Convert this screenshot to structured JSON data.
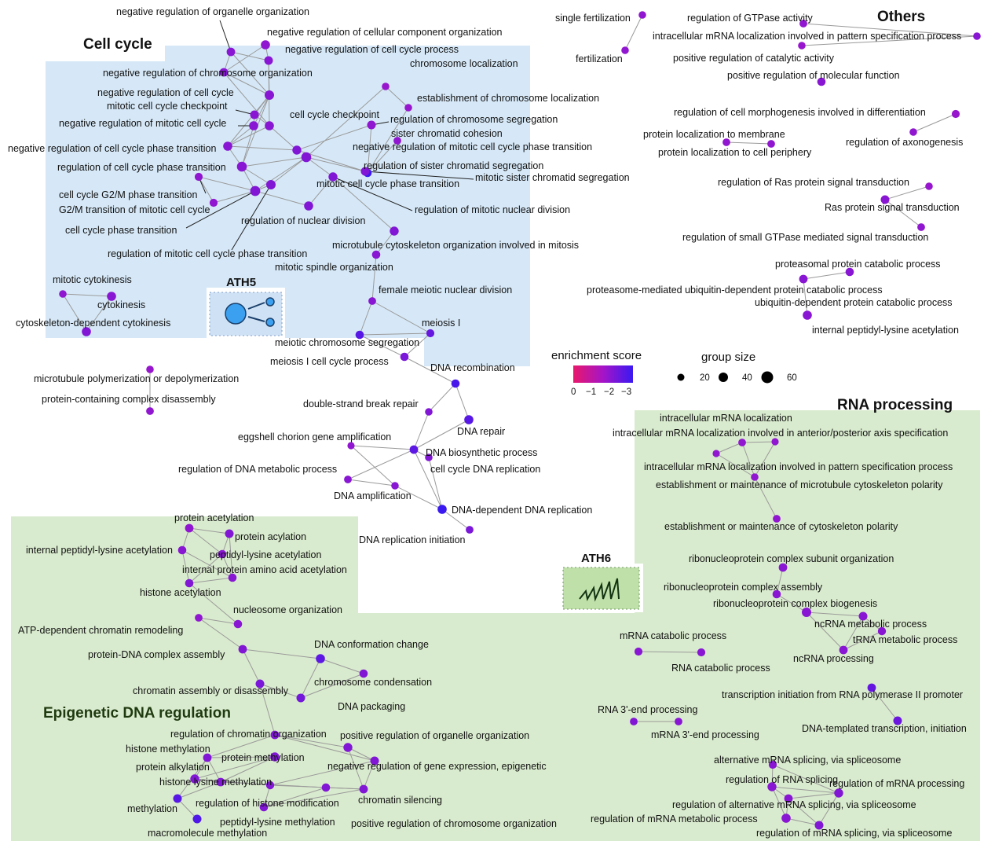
{
  "groups": {
    "cell_cycle": "Cell cycle",
    "others": "Others",
    "rna": "RNA processing",
    "epigenetic": "Epigenetic DNA regulation"
  },
  "badges": {
    "ath5": "ATH5",
    "ath6": "ATH6"
  },
  "legend": {
    "enrichment_title": "enrichment score",
    "enrichment_ticks": [
      "0",
      "−1",
      "−2",
      "−3"
    ],
    "size_title": "group size",
    "size_ticks": [
      "20",
      "40",
      "60"
    ]
  },
  "colors": {
    "cell_cycle_bg": "#d6e8f7",
    "green_bg": "#d9ebce",
    "enrichment_low": "#e8186c",
    "enrichment_mid": "#a515c8",
    "enrichment_high": "#3a19f0",
    "edge": "#9a9a9a"
  },
  "chart_data": {
    "type": "network",
    "legend": {
      "enrichment_score_range": [
        0,
        -3
      ],
      "group_size_ticks": [
        20,
        40,
        60
      ]
    },
    "groups": [
      "Cell cycle",
      "Others",
      "RNA processing",
      "Epigenetic DNA regulation"
    ],
    "nodes": [
      {
        "label": "negative regulation of organelle organization",
        "score": -1.9,
        "size": 22
      },
      {
        "label": "negative regulation of cellular component organization",
        "score": -1.8,
        "size": 28
      },
      {
        "label": "negative regulation of cell cycle process",
        "score": -1.9,
        "size": 24
      },
      {
        "label": "chromosome localization",
        "score": -1.7,
        "size": 12
      },
      {
        "label": "negative regulation of chromosome organization",
        "score": -1.9,
        "size": 22
      },
      {
        "label": "negative regulation of cell cycle",
        "score": -1.9,
        "size": 34
      },
      {
        "label": "mitotic cell cycle checkpoint",
        "score": -1.9,
        "size": 24
      },
      {
        "label": "establishment of chromosome localization",
        "score": -1.7,
        "size": 12
      },
      {
        "label": "cell cycle checkpoint",
        "score": -1.9,
        "size": 30
      },
      {
        "label": "regulation of chromosome segregation",
        "score": -1.8,
        "size": 24
      },
      {
        "label": "negative regulation of mitotic cell cycle",
        "score": -1.9,
        "size": 30
      },
      {
        "label": "sister chromatid cohesion",
        "score": -1.8,
        "size": 14
      },
      {
        "label": "negative regulation of mitotic cell cycle phase transition",
        "score": -2.0,
        "size": 26
      },
      {
        "label": "negative regulation of cell cycle phase transition",
        "score": -1.9,
        "size": 28
      },
      {
        "label": "regulation of sister chromatid segregation",
        "score": -3.2,
        "size": 20
      },
      {
        "label": "regulation of cell cycle phase transition",
        "score": -1.9,
        "size": 40
      },
      {
        "label": "mitotic sister chromatid segregation",
        "score": -2.0,
        "size": 24
      },
      {
        "label": "mitotic cell cycle phase transition",
        "score": -2.0,
        "size": 40
      },
      {
        "label": "cell cycle G2/M phase transition",
        "score": -1.8,
        "size": 16
      },
      {
        "label": "G2/M transition of mitotic cell cycle",
        "score": -1.8,
        "size": 16
      },
      {
        "label": "regulation of mitotic nuclear division",
        "score": -2.0,
        "size": 26
      },
      {
        "label": "regulation of nuclear division",
        "score": -2.0,
        "size": 28
      },
      {
        "label": "cell cycle phase transition",
        "score": -2.0,
        "size": 44
      },
      {
        "label": "regulation of mitotic cell cycle phase transition",
        "score": -2.0,
        "size": 34
      },
      {
        "label": "microtubule cytoskeleton organization involved in mitosis",
        "score": -2.0,
        "size": 26
      },
      {
        "label": "mitotic spindle organization",
        "score": -1.9,
        "size": 20
      },
      {
        "label": "mitotic cytokinesis",
        "score": -1.8,
        "size": 12
      },
      {
        "label": "cytokinesis",
        "score": -1.9,
        "size": 30
      },
      {
        "label": "cytoskeleton-dependent cytokinesis",
        "score": -2.0,
        "size": 30
      },
      {
        "label": "female meiotic nuclear division",
        "score": -1.9,
        "size": 14
      },
      {
        "label": "meiosis I",
        "score": -2.4,
        "size": 16
      },
      {
        "label": "meiotic chromosome segregation",
        "score": -2.6,
        "size": 20
      },
      {
        "label": "meiosis I cell cycle process",
        "score": -2.1,
        "size": 20
      },
      {
        "label": "DNA recombination",
        "score": -2.8,
        "size": 20
      },
      {
        "label": "double-strand break repair",
        "score": -2.0,
        "size": 12
      },
      {
        "label": "DNA repair",
        "score": -2.6,
        "size": 30
      },
      {
        "label": "eggshell chorion gene amplification",
        "score": -1.8,
        "size": 10
      },
      {
        "label": "DNA biosynthetic process",
        "score": -2.5,
        "size": 22
      },
      {
        "label": "regulation of DNA metabolic process",
        "score": -1.9,
        "size": 14
      },
      {
        "label": "cell cycle DNA replication",
        "score": -2.0,
        "size": 12
      },
      {
        "label": "DNA amplification",
        "score": -1.9,
        "size": 12
      },
      {
        "label": "DNA-dependent DNA replication",
        "score": -3.1,
        "size": 30
      },
      {
        "label": "DNA replication initiation",
        "score": -2.1,
        "size": 14
      },
      {
        "label": "microtubule polymerization or depolymerization",
        "score": -1.7,
        "size": 12
      },
      {
        "label": "protein-containing complex disassembly",
        "score": -1.8,
        "size": 14
      },
      {
        "label": "single fertilization",
        "score": -1.8,
        "size": 12
      },
      {
        "label": "fertilization",
        "score": -1.8,
        "size": 12
      },
      {
        "label": "regulation of GTPase activity",
        "score": -1.8,
        "size": 14
      },
      {
        "label": "intracellular mRNA localization involved in pattern specification process",
        "score": -1.9,
        "size": 12
      },
      {
        "label": "positive regulation of catalytic activity",
        "score": -1.7,
        "size": 12
      },
      {
        "label": "positive regulation of molecular function",
        "score": -1.9,
        "size": 20
      },
      {
        "label": "regulation of cell morphogenesis involved in differentiation",
        "score": -1.7,
        "size": 16
      },
      {
        "label": "regulation of axonogenesis",
        "score": -1.8,
        "size": 12
      },
      {
        "label": "protein localization to membrane",
        "score": -1.8,
        "size": 14
      },
      {
        "label": "protein localization to cell periphery",
        "score": -1.8,
        "size": 14
      },
      {
        "label": "regulation of Ras protein signal transduction",
        "score": -1.7,
        "size": 12
      },
      {
        "label": "Ras protein signal transduction",
        "score": -1.9,
        "size": 24
      },
      {
        "label": "regulation of small GTPase mediated signal transduction",
        "score": -1.8,
        "size": 14
      },
      {
        "label": "proteasomal protein catabolic process",
        "score": -1.9,
        "size": 20
      },
      {
        "label": "proteasome-mediated ubiquitin-dependent protein catabolic process",
        "score": -1.9,
        "size": 22
      },
      {
        "label": "ubiquitin-dependent protein catabolic process",
        "score": -1.9,
        "size": 28
      },
      {
        "label": "internal peptidyl-lysine acetylation",
        "score": -1.9,
        "size": 22
      },
      {
        "label": "intracellular mRNA localization",
        "score": -1.8,
        "size": 14
      },
      {
        "label": "intracellular mRNA localization involved in anterior/posterior axis specification",
        "score": -1.8,
        "size": 10
      },
      {
        "label": "intracellular mRNA localization involved in pattern specification process",
        "score": -1.8,
        "size": 10
      },
      {
        "label": "establishment or maintenance of microtubule cytoskeleton polarity",
        "score": -1.8,
        "size": 12
      },
      {
        "label": "establishment or maintenance of cytoskeleton polarity",
        "score": -1.8,
        "size": 14
      },
      {
        "label": "ribonucleoprotein complex subunit organization",
        "score": -1.9,
        "size": 22
      },
      {
        "label": "ribonucleoprotein complex assembly",
        "score": -1.9,
        "size": 20
      },
      {
        "label": "ribonucleoprotein complex biogenesis",
        "score": -1.9,
        "size": 34
      },
      {
        "label": "ncRNA metabolic process",
        "score": -1.9,
        "size": 24
      },
      {
        "label": "tRNA metabolic process",
        "score": -1.9,
        "size": 18
      },
      {
        "label": "ncRNA processing",
        "score": -1.9,
        "size": 22
      },
      {
        "label": "mRNA catabolic process",
        "score": -1.9,
        "size": 16
      },
      {
        "label": "RNA catabolic process",
        "score": -1.9,
        "size": 16
      },
      {
        "label": "transcription initiation from RNA polymerase II promoter",
        "score": -2.4,
        "size": 22
      },
      {
        "label": "DNA-templated transcription, initiation",
        "score": -2.3,
        "size": 24
      },
      {
        "label": "RNA 3'-end processing",
        "score": -2.0,
        "size": 14
      },
      {
        "label": "mRNA 3'-end processing",
        "score": -1.9,
        "size": 14
      },
      {
        "label": "alternative mRNA splicing, via spliceosome",
        "score": -1.9,
        "size": 16
      },
      {
        "label": "regulation of RNA splicing",
        "score": -1.9,
        "size": 26
      },
      {
        "label": "regulation of mRNA processing",
        "score": -2.0,
        "size": 26
      },
      {
        "label": "regulation of alternative mRNA splicing, via spliceosome",
        "score": -1.9,
        "size": 22
      },
      {
        "label": "regulation of mRNA metabolic process",
        "score": -1.9,
        "size": 30
      },
      {
        "label": "regulation of mRNA splicing, via spliceosome",
        "score": -2.0,
        "size": 24
      },
      {
        "label": "protein acetylation",
        "score": -1.8,
        "size": 22
      },
      {
        "label": "protein acylation",
        "score": -2.0,
        "size": 24
      },
      {
        "label": "internal peptidyl-lysine acetylation",
        "score": -1.9,
        "size": 20
      },
      {
        "label": "peptidyl-lysine acetylation",
        "score": -1.9,
        "size": 20
      },
      {
        "label": "internal protein amino acid acetylation",
        "score": -1.9,
        "size": 20
      },
      {
        "label": "histone acetylation",
        "score": -2.0,
        "size": 20
      },
      {
        "label": "nucleosome organization",
        "score": -1.9,
        "size": 20
      },
      {
        "label": "ATP-dependent chromatin remodeling",
        "score": -1.8,
        "size": 14
      },
      {
        "label": "protein-DNA complex assembly",
        "score": -2.0,
        "size": 22
      },
      {
        "label": "DNA conformation change",
        "score": -2.5,
        "size": 30
      },
      {
        "label": "chromosome condensation",
        "score": -2.0,
        "size": 20
      },
      {
        "label": "chromatin assembly or disassembly",
        "score": -2.1,
        "size": 24
      },
      {
        "label": "DNA packaging",
        "score": -2.2,
        "size": 24
      },
      {
        "label": "regulation of chromatin organization",
        "score": -2.0,
        "size": 22
      },
      {
        "label": "positive regulation of organelle organization",
        "score": -2.0,
        "size": 26
      },
      {
        "label": "histone methylation",
        "score": -2.0,
        "size": 22
      },
      {
        "label": "protein methylation",
        "score": -2.0,
        "size": 26
      },
      {
        "label": "negative regulation of gene expression, epigenetic",
        "score": -2.0,
        "size": 24
      },
      {
        "label": "protein alkylation",
        "score": -2.0,
        "size": 26
      },
      {
        "label": "histone lysine methylation",
        "score": -2.0,
        "size": 22
      },
      {
        "label": "regulation of histone modification",
        "score": -2.0,
        "size": 18
      },
      {
        "label": "chromatin silencing",
        "score": -2.0,
        "size": 22
      },
      {
        "label": "methylation",
        "score": -2.6,
        "size": 24
      },
      {
        "label": "peptidyl-lysine methylation",
        "score": -2.0,
        "size": 20
      },
      {
        "label": "positive regulation of chromosome organization",
        "score": -2.0,
        "size": 20
      },
      {
        "label": "macromolecule methylation",
        "score": -2.7,
        "size": 24
      }
    ]
  }
}
